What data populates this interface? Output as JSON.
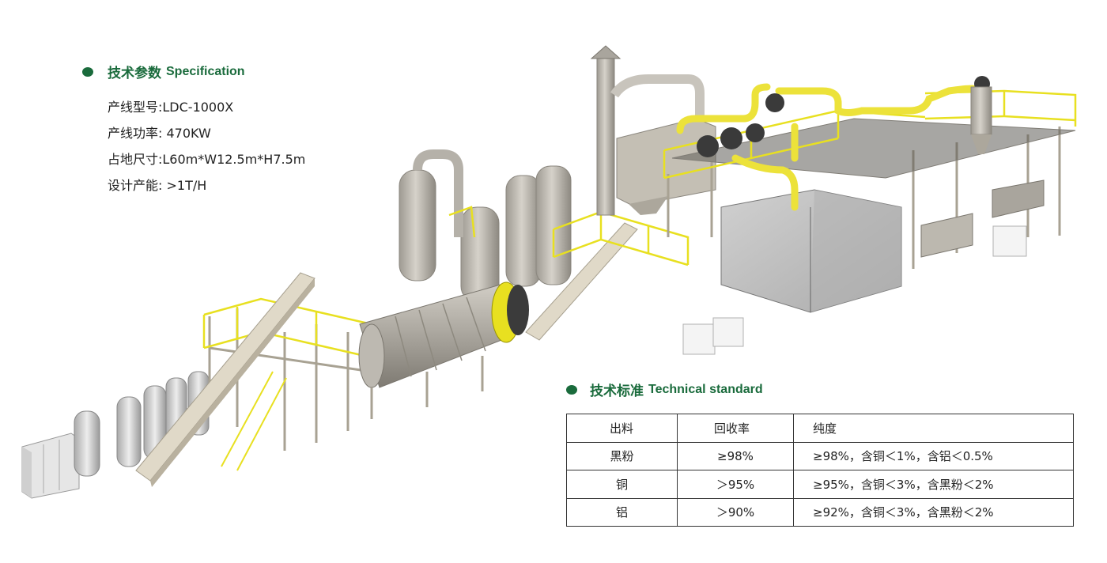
{
  "spec": {
    "title_cn": "技术参数",
    "title_en": "Specification",
    "lines": [
      "产线型号:LDC-1000X",
      "产线功率: 470KW",
      "占地尺寸:L60m*W12.5m*H7.5m",
      "设计产能: >1T/H"
    ]
  },
  "standard": {
    "title_cn": "技术标准",
    "title_en": "Technical standard",
    "header": [
      "出料",
      "回收率",
      "纯度"
    ],
    "rows": [
      [
        "黑粉",
        "≥98%",
        "≥98%，含铜＜1%，含铝＜0.5%"
      ],
      [
        "铜",
        "＞95%",
        "≥95%，含铜＜3%，含黑粉＜2%"
      ],
      [
        "铝",
        "＞90%",
        "≥92%，含铜＜3%，含黑粉＜2%"
      ]
    ]
  },
  "colors": {
    "accent_green": "#1a6b3c",
    "railing_yellow": "#e8e020",
    "structure_beige": "#c9c2b3",
    "vessel_grey": "#b8b4ac"
  },
  "illustration": "battery-recycling-production-line"
}
